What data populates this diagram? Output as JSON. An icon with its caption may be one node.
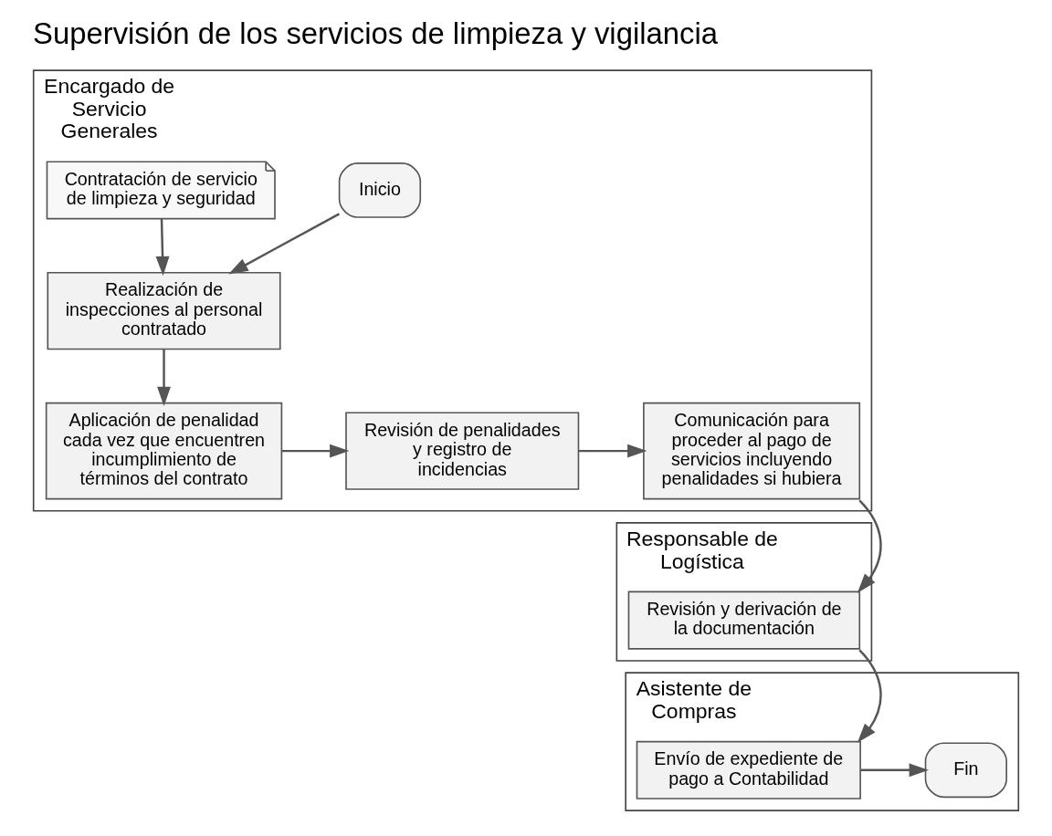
{
  "diagram": {
    "title": "Supervisión de los servicios de limpieza y vigilancia",
    "nodes": [
      {
        "text": [
          "Encargado de Servicio Generales"
        ]
      },
      {
        "text": [
          "Inicio"
        ],
        "in": 0
      },
      {
        "text": [
          "Contratación de servicio de limpieza y seguridad"
        ],
        "in": 0
      },
      {
        "text": [
          "Realización de inspecciones al personal contratado"
        ],
        "in": 0
      },
      {
        "text": [
          "Aplicación de penalidad cada vez que encuentren incumplimiento de términos del contrato"
        ],
        "in": 0
      },
      {
        "text": [
          "Revisión de penalidades y registro de incidencias"
        ],
        "in": 0
      },
      {
        "text": [
          "Comunicación para proceder al pago de servicios incluyendo penalidades si hubiera"
        ],
        "in": 0
      },
      {
        "text": [
          "Responsable de Logística"
        ]
      },
      {
        "text": [
          "Revisión y derivación de la documentación"
        ],
        "in": 7
      },
      {
        "text": [
          "Asistente de Compras"
        ]
      },
      {
        "text": [
          "Envío de expediente de pago a Contabilidad"
        ],
        "in": 9
      },
      {
        "text": [
          "Fin"
        ],
        "in": 9
      }
    ],
    "edges": [
      {
        "from": 1,
        "to": 3,
        "arrow": "to"
      },
      {
        "from": 2,
        "to": 3,
        "arrow": "to"
      },
      {
        "from": 3,
        "to": 4,
        "arrow": "to"
      },
      {
        "from": 4,
        "to": 5,
        "arrow": "to"
      },
      {
        "from": 5,
        "to": 6,
        "arrow": "to"
      },
      {
        "from": 6,
        "to": 8,
        "arrow": "to"
      },
      {
        "from": 8,
        "to": 10,
        "arrow": "to"
      },
      {
        "from": 10,
        "to": 11,
        "arrow": "to"
      }
    ]
  }
}
